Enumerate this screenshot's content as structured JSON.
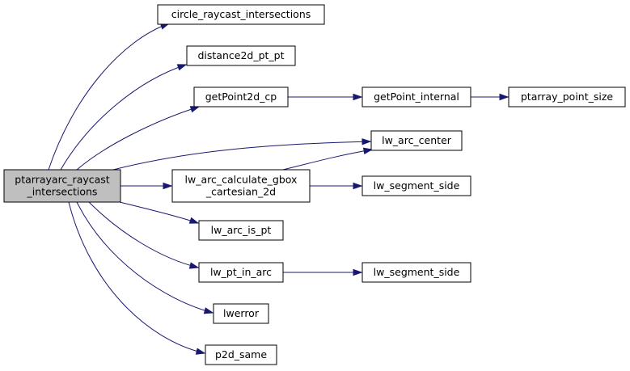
{
  "colors": {
    "edge": "#191970",
    "root_fill": "#bfbfbf",
    "node_fill": "#ffffff",
    "node_border": "#000000"
  },
  "graph": {
    "nodes": [
      {
        "id": "root",
        "label_lines": [
          "ptarrayarc_raycast",
          "_intersections"
        ],
        "root": true
      },
      {
        "id": "circle_raycast_intersections",
        "label_lines": [
          "circle_raycast_intersections"
        ]
      },
      {
        "id": "distance2d_pt_pt",
        "label_lines": [
          "distance2d_pt_pt"
        ]
      },
      {
        "id": "getPoint2d_cp",
        "label_lines": [
          "getPoint2d_cp"
        ]
      },
      {
        "id": "getPoint_internal",
        "label_lines": [
          "getPoint_internal"
        ]
      },
      {
        "id": "ptarray_point_size",
        "label_lines": [
          "ptarray_point_size"
        ]
      },
      {
        "id": "lw_arc_center",
        "label_lines": [
          "lw_arc_center"
        ]
      },
      {
        "id": "lw_arc_calculate_gbox_cartesian_2d",
        "label_lines": [
          "lw_arc_calculate_gbox",
          "_cartesian_2d"
        ]
      },
      {
        "id": "lw_segment_side_1",
        "label_lines": [
          "lw_segment_side"
        ]
      },
      {
        "id": "lw_arc_is_pt",
        "label_lines": [
          "lw_arc_is_pt"
        ]
      },
      {
        "id": "lw_pt_in_arc",
        "label_lines": [
          "lw_pt_in_arc"
        ]
      },
      {
        "id": "lw_segment_side_2",
        "label_lines": [
          "lw_segment_side"
        ]
      },
      {
        "id": "lwerror",
        "label_lines": [
          "lwerror"
        ]
      },
      {
        "id": "p2d_same",
        "label_lines": [
          "p2d_same"
        ]
      }
    ],
    "edges": [
      {
        "from": "root",
        "to": "circle_raycast_intersections"
      },
      {
        "from": "root",
        "to": "distance2d_pt_pt"
      },
      {
        "from": "root",
        "to": "getPoint2d_cp"
      },
      {
        "from": "getPoint2d_cp",
        "to": "getPoint_internal"
      },
      {
        "from": "getPoint_internal",
        "to": "ptarray_point_size"
      },
      {
        "from": "root",
        "to": "lw_arc_center"
      },
      {
        "from": "root",
        "to": "lw_arc_calculate_gbox_cartesian_2d"
      },
      {
        "from": "lw_arc_calculate_gbox_cartesian_2d",
        "to": "lw_arc_center"
      },
      {
        "from": "lw_arc_calculate_gbox_cartesian_2d",
        "to": "lw_segment_side_1"
      },
      {
        "from": "root",
        "to": "lw_arc_is_pt"
      },
      {
        "from": "root",
        "to": "lw_pt_in_arc"
      },
      {
        "from": "lw_pt_in_arc",
        "to": "lw_segment_side_2"
      },
      {
        "from": "root",
        "to": "lwerror"
      },
      {
        "from": "root",
        "to": "p2d_same"
      }
    ]
  }
}
